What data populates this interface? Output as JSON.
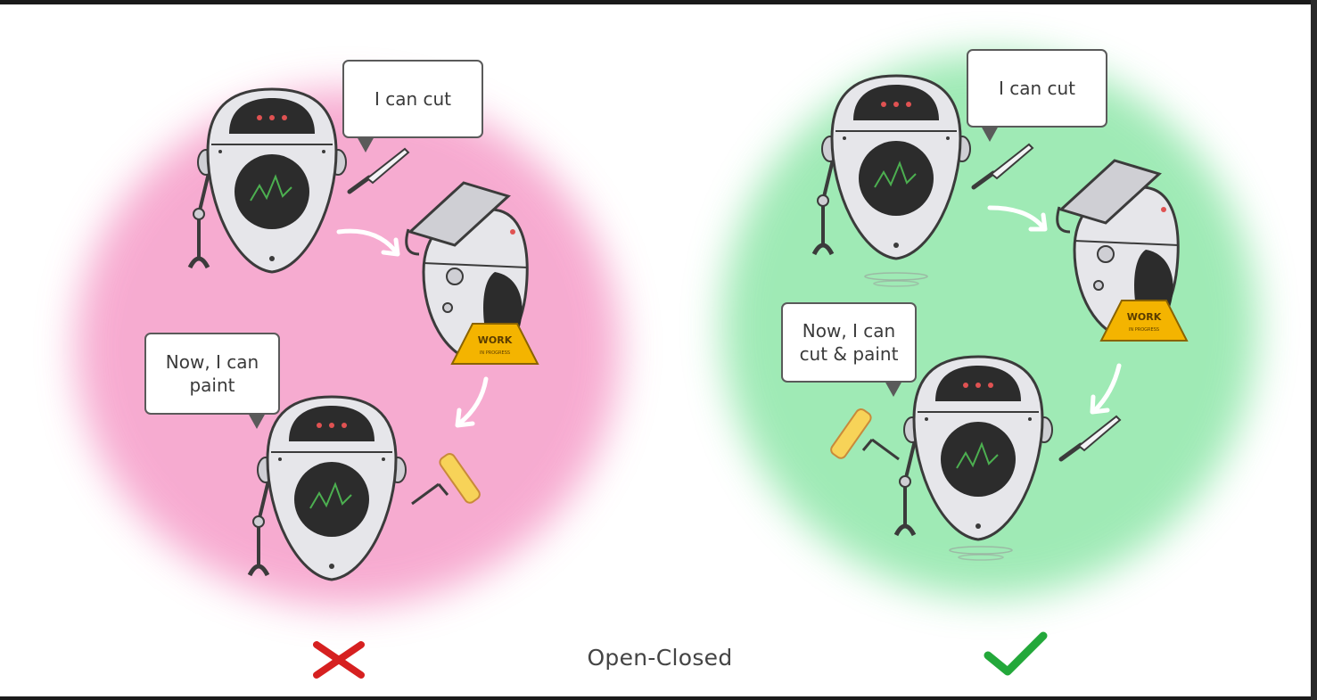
{
  "title": "Open-Closed",
  "colors": {
    "bad_blob": "#f48fc1",
    "good_blob": "#7fe39d",
    "cross": "#d62020",
    "check": "#23a83a",
    "robot_body": "#e6e6ea",
    "robot_outline": "#3b3b3b",
    "screen": "#2c2c2c",
    "warning_sign": "#f4b400"
  },
  "panels": {
    "bad": {
      "verdict_icon": "cross-icon",
      "robot1_bubble": "I can cut",
      "robot3_bubble": "Now, I can\npaint",
      "sign_text": "WORK",
      "sign_subtext": "IN PROGRESS"
    },
    "good": {
      "verdict_icon": "check-icon",
      "robot1_bubble": "I can cut",
      "robot3_bubble": "Now, I can\ncut & paint",
      "sign_text": "WORK",
      "sign_subtext": "IN PROGRESS"
    }
  }
}
